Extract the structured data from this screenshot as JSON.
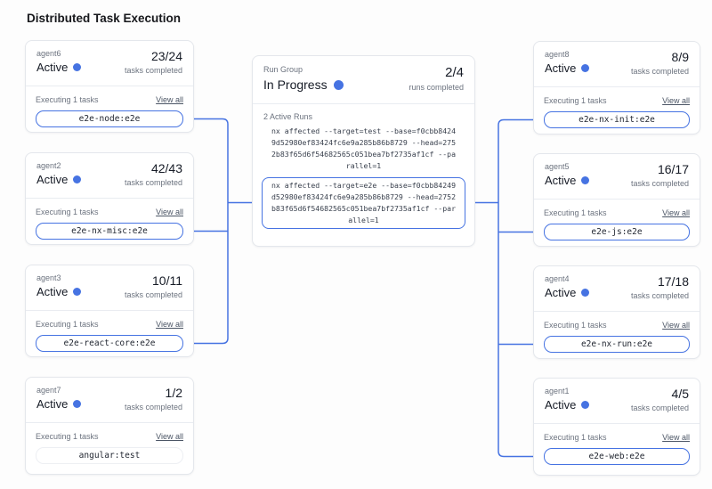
{
  "title": "Distributed Task Execution",
  "labels": {
    "tasks_completed": "tasks completed",
    "executing": "Executing 1 tasks",
    "view_all": "View all"
  },
  "agents_left": [
    {
      "name": "agent6",
      "status": "Active",
      "progress": "23/24",
      "task": "e2e-node:e2e"
    },
    {
      "name": "agent2",
      "status": "Active",
      "progress": "42/43",
      "task": "e2e-nx-misc:e2e"
    },
    {
      "name": "agent3",
      "status": "Active",
      "progress": "10/11",
      "task": "e2e-react-core:e2e"
    },
    {
      "name": "agent7",
      "status": "Active",
      "progress": "1/2",
      "task": "angular:test"
    }
  ],
  "agents_right": [
    {
      "name": "agent8",
      "status": "Active",
      "progress": "8/9",
      "task": "e2e-nx-init:e2e"
    },
    {
      "name": "agent5",
      "status": "Active",
      "progress": "16/17",
      "task": "e2e-js:e2e"
    },
    {
      "name": "agent4",
      "status": "Active",
      "progress": "17/18",
      "task": "e2e-nx-run:e2e"
    },
    {
      "name": "agent1",
      "status": "Active",
      "progress": "4/5",
      "task": "e2e-web:e2e"
    }
  ],
  "run_group": {
    "label": "Run Group",
    "status": "In Progress",
    "progress": "2/4",
    "progress_label": "runs completed",
    "active_runs": "2 Active Runs",
    "command_test": "nx affected --target=test --base=f0cbb84249d52980ef83424fc6e9a285b86b8729 --head=2752b83f65d6f54682565c051bea7bf2735af1cf --parallel=1",
    "command_e2e": "nx affected --target=e2e --base=f0cbb84249d52980ef83424fc6e9a285b86b8729 --head=2752b83f65d6f54682565c051bea7bf2735af1cf --parallel=1"
  },
  "colors": {
    "accent": "#4673e2",
    "card_border": "#e4e7ec"
  }
}
